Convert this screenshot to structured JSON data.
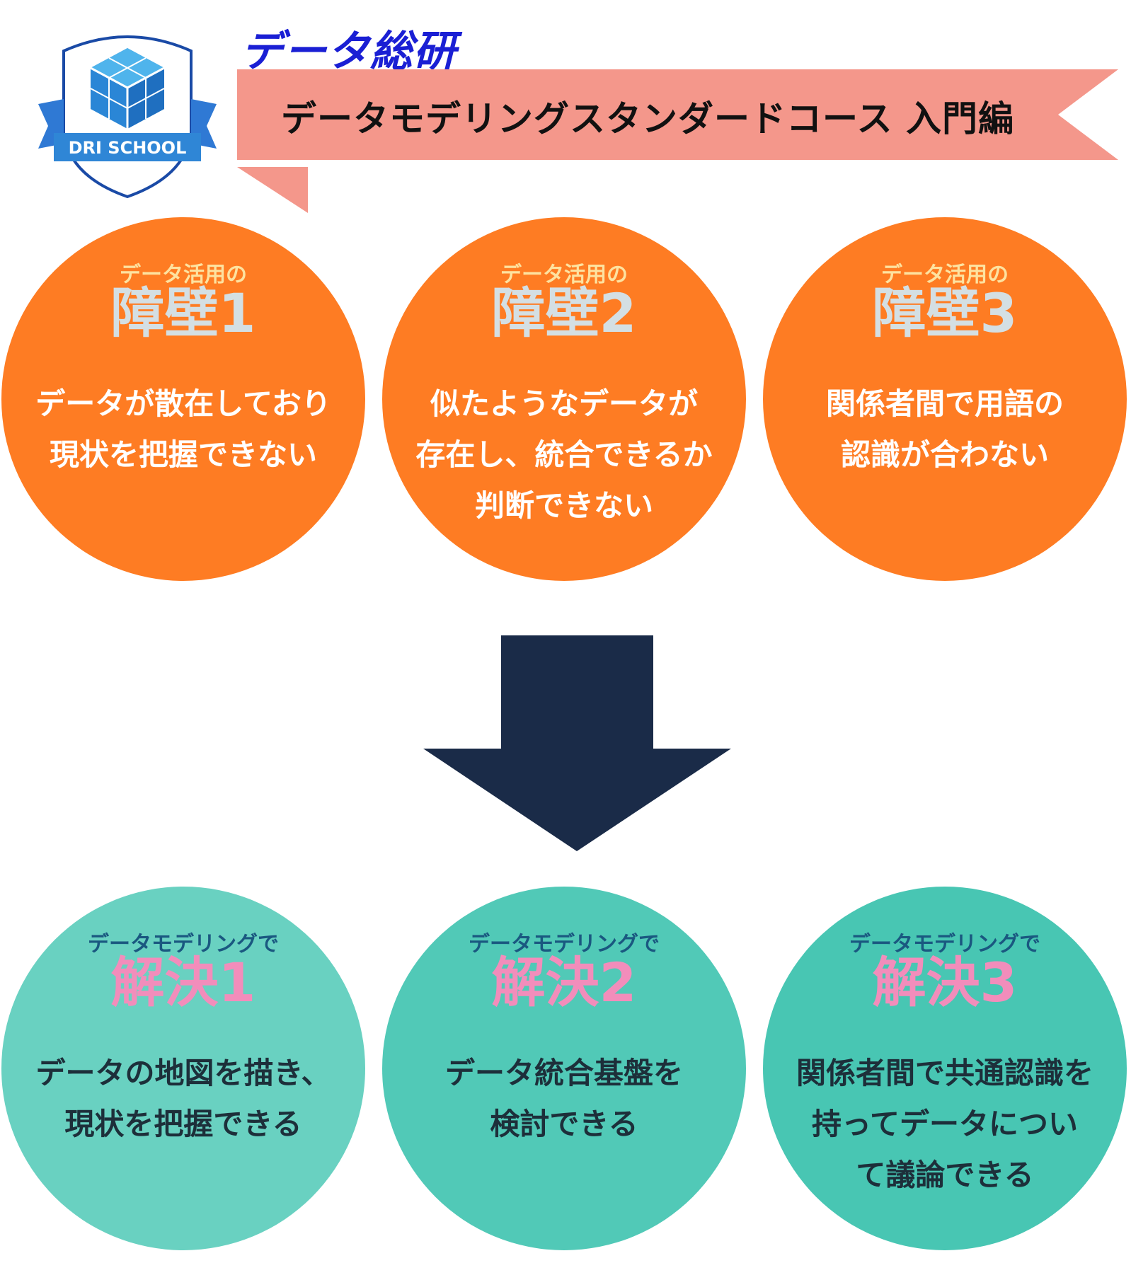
{
  "header": {
    "logo_text": "DRI SCHOOL",
    "brand": "データ総研",
    "course_title": "データモデリングスタンダードコース 入門編"
  },
  "barriers": [
    {
      "kicker": "データ活用の",
      "headline": "障壁1",
      "desc": "データが散在しており\n現状を把握できない"
    },
    {
      "kicker": "データ活用の",
      "headline": "障壁2",
      "desc": "似たようなデータが\n存在し、統合できるか\n判断できない"
    },
    {
      "kicker": "データ活用の",
      "headline": "障壁3",
      "desc": "関係者間で用語の\n認識が合わない"
    }
  ],
  "solutions": [
    {
      "kicker": "データモデリングで",
      "headline": "解決1",
      "desc": "データの地図を描き、\n現状を把握できる"
    },
    {
      "kicker": "データモデリングで",
      "headline": "解決2",
      "desc": "データ統合基盤を\n検討できる"
    },
    {
      "kicker": "データモデリングで",
      "headline": "解決3",
      "desc": "関係者間で共通認識を\n持ってデータについ\nて議論できる"
    }
  ],
  "colors": {
    "barrier": "#fe7c23",
    "solution": "#51c9b7",
    "arrow": "#1a2b48",
    "ribbon": "#f4978b",
    "brand": "#1a1fd4"
  },
  "icons": {
    "logo": "shield-cube-icon",
    "arrow": "down-arrow-icon"
  }
}
